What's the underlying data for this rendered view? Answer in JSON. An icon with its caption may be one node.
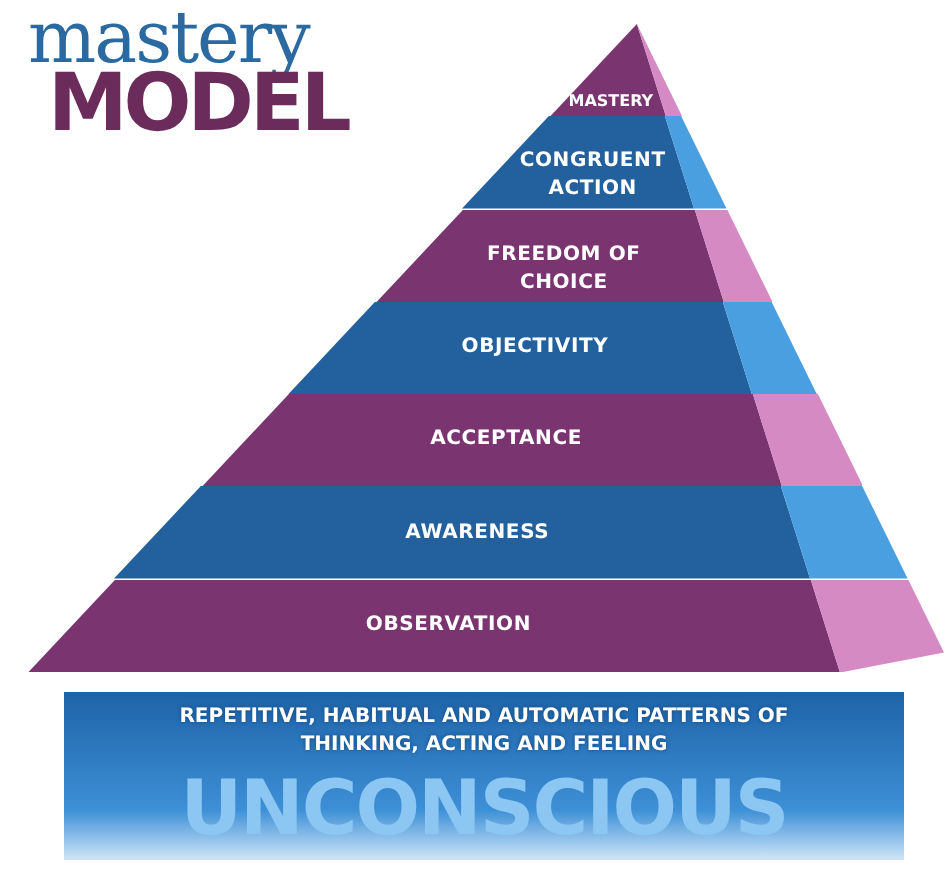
{
  "diagram": {
    "title": "mastery MODEL",
    "nodes": [
      {
        "text": [
          "MASTERY"
        ]
      },
      {
        "text": [
          "CONGRUENT ACTION"
        ]
      },
      {
        "text": [
          "FREEDOM OF CHOICE"
        ]
      },
      {
        "text": [
          "OBJECTIVITY"
        ]
      },
      {
        "text": [
          "ACCEPTANCE"
        ]
      },
      {
        "text": [
          "AWARENESS"
        ]
      },
      {
        "text": [
          "OBSERVATION"
        ]
      },
      {
        "text": [
          "REPETITIVE, HABITUAL AND AUTOMATIC PATTERNS OF THINKING, ACTING AND FEELING",
          "UNCONSCIOUS"
        ]
      }
    ],
    "edges": []
  }
}
